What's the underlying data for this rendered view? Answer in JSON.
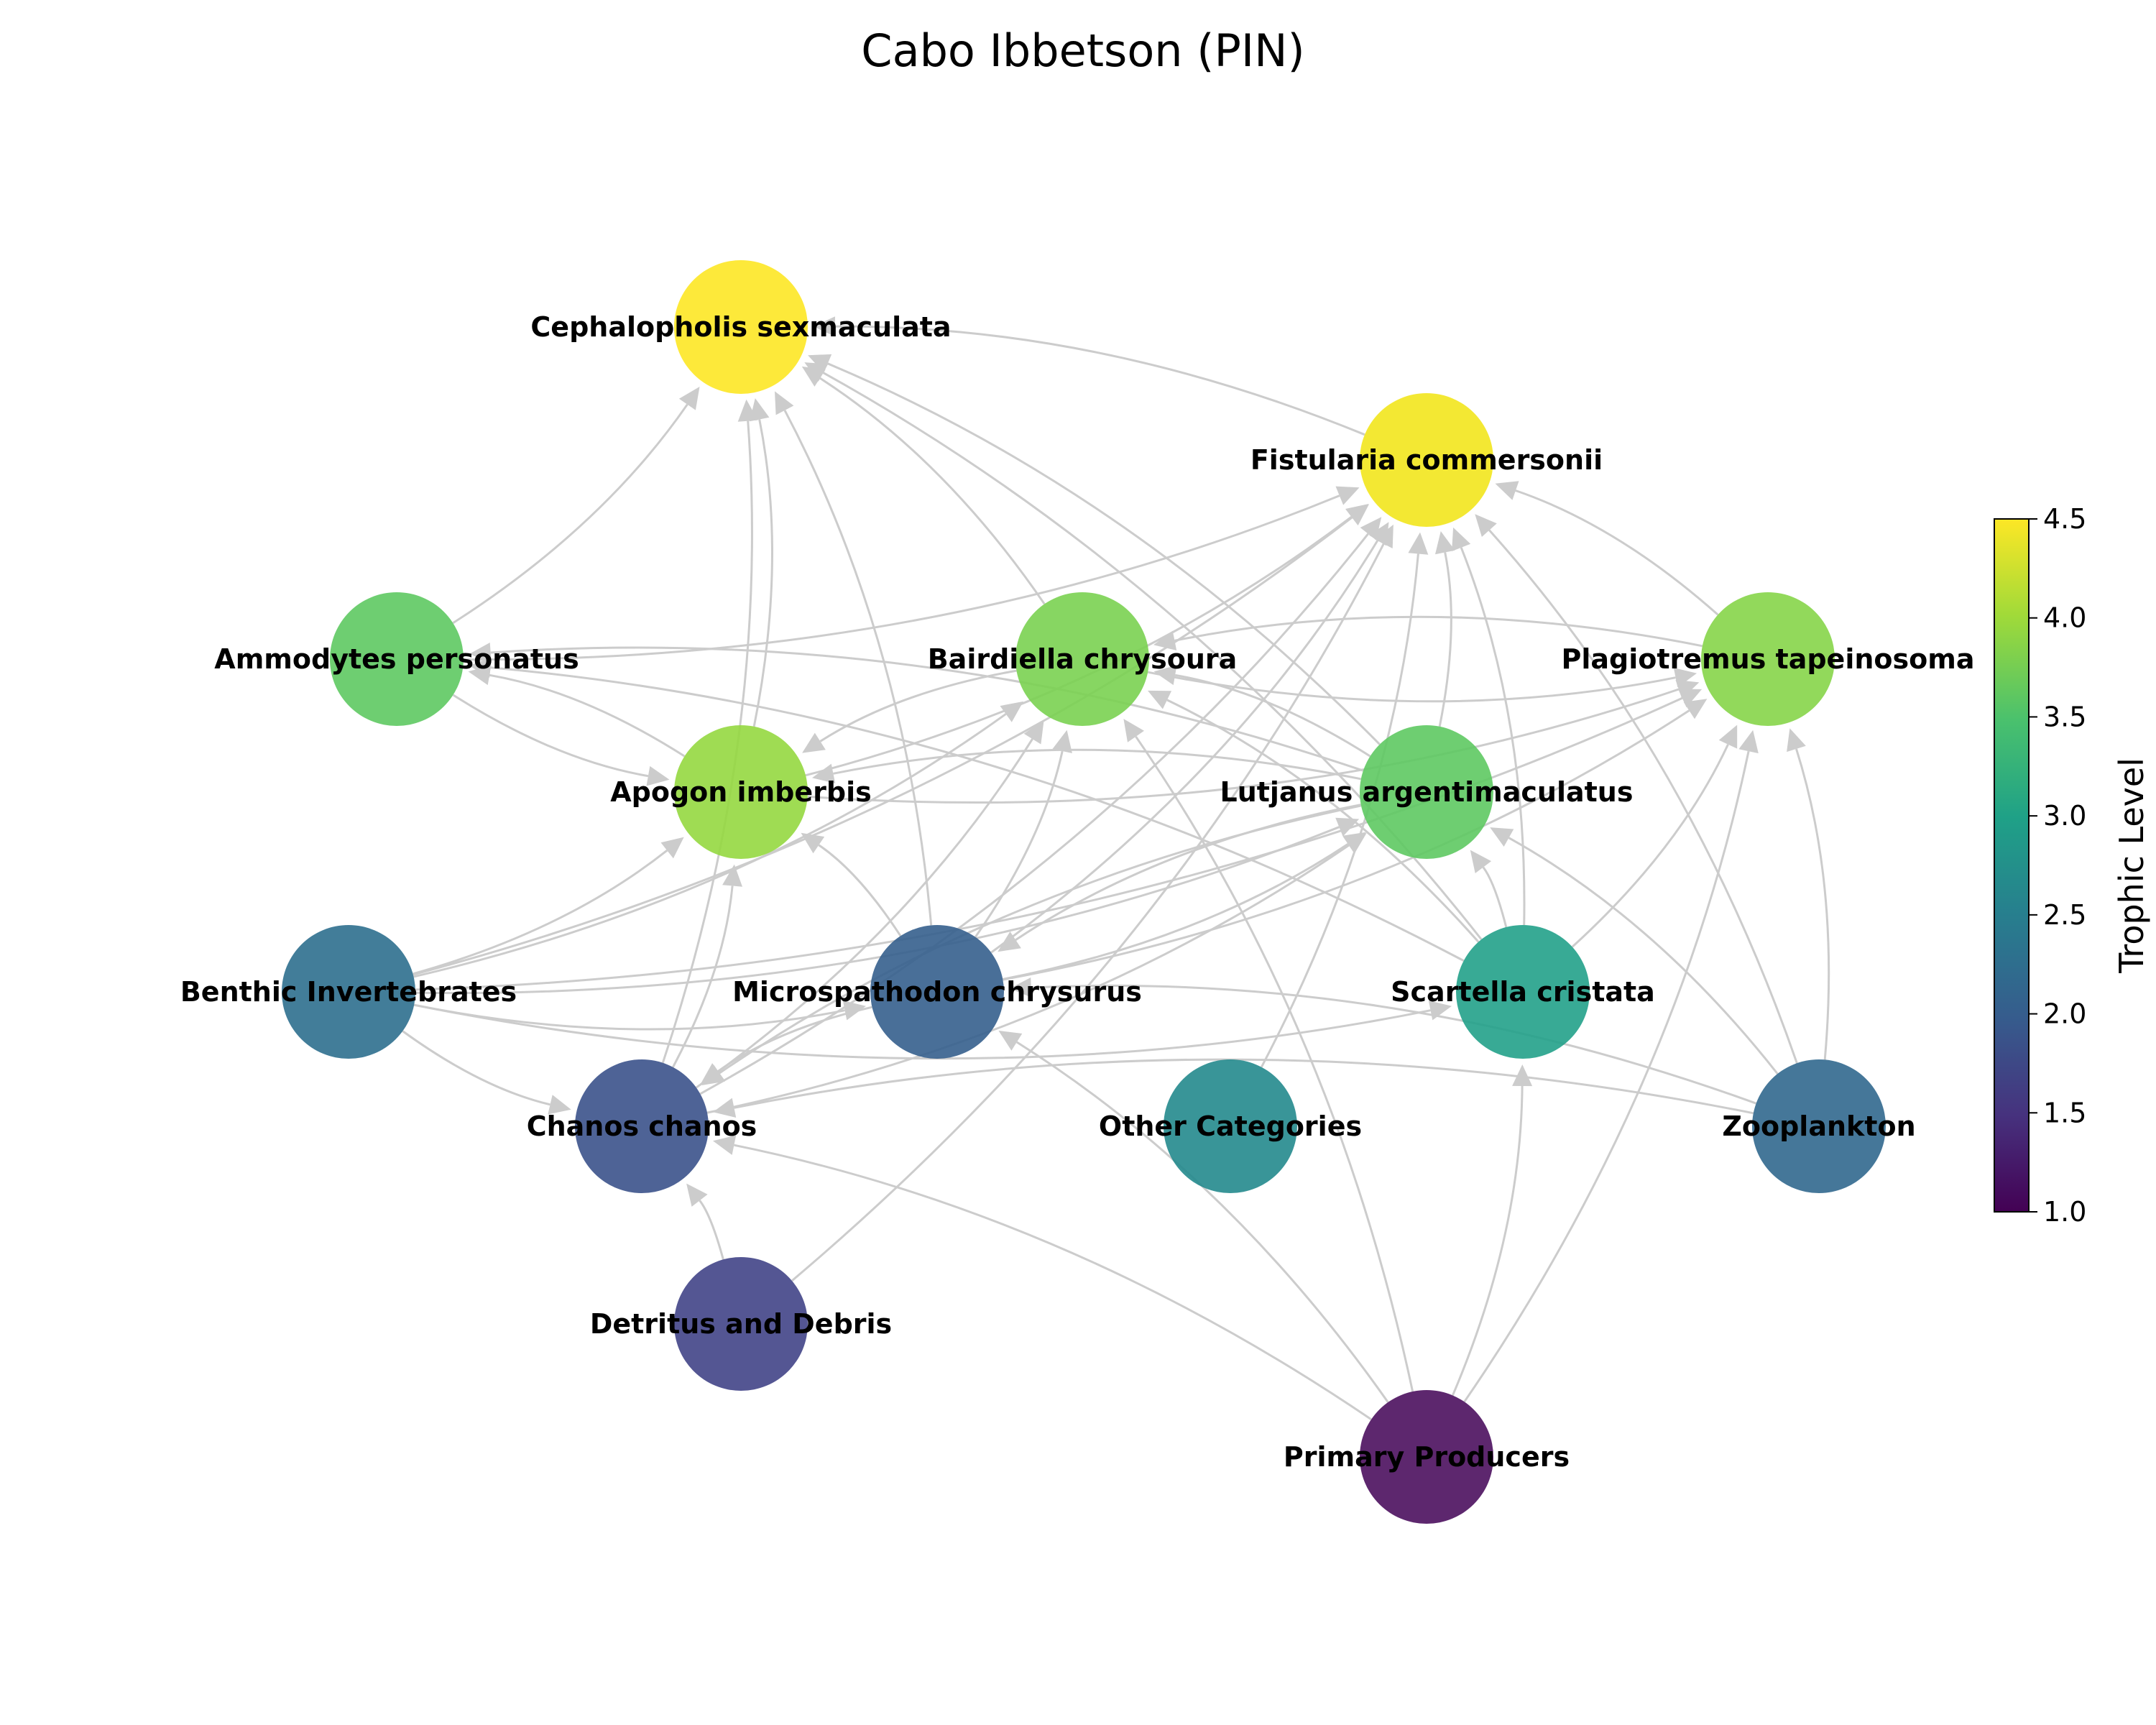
{
  "title": "Cabo Ibbetson (PIN)",
  "colorbar": {
    "label": "Trophic Level",
    "min": 1.0,
    "max": 4.5,
    "ticks": [
      "1.0",
      "1.5",
      "2.0",
      "2.5",
      "3.0",
      "3.5",
      "4.0",
      "4.5"
    ],
    "colormap": "viridis"
  },
  "style": {
    "edge_color": "#cccccc",
    "label_color": "#000000",
    "background": "#ffffff"
  },
  "nodes": [
    {
      "id": "cephalopholis",
      "label": "Cephalopholis sexmaculata",
      "trophic_level": 4.5,
      "color": "#fde725"
    },
    {
      "id": "fistularia",
      "label": "Fistularia commersonii",
      "trophic_level": 4.5,
      "color": "#f2e51d"
    },
    {
      "id": "ammodytes",
      "label": "Ammodytes personatus",
      "trophic_level": 3.7,
      "color": "#5ec962"
    },
    {
      "id": "bairdiella",
      "label": "Bairdiella chrysoura",
      "trophic_level": 3.85,
      "color": "#7ad151"
    },
    {
      "id": "plagiotremus",
      "label": "Plagiotremus tapeinosoma",
      "trophic_level": 3.9,
      "color": "#86d549"
    },
    {
      "id": "apogon",
      "label": "Apogon imberbis",
      "trophic_level": 4.0,
      "color": "#95d840"
    },
    {
      "id": "lutjanus",
      "label": "Lutjanus argentimaculatus",
      "trophic_level": 3.7,
      "color": "#5ec962"
    },
    {
      "id": "benthic",
      "label": "Benthic Invertebrates",
      "trophic_level": 2.5,
      "color": "#2e6f8e"
    },
    {
      "id": "microspathodon",
      "label": "Microspathodon chrysurus",
      "trophic_level": 2.2,
      "color": "#355f8d"
    },
    {
      "id": "scartella",
      "label": "Scartella cristata",
      "trophic_level": 3.0,
      "color": "#22a189"
    },
    {
      "id": "chanos",
      "label": "Chanos chanos",
      "trophic_level": 2.0,
      "color": "#3b528b"
    },
    {
      "id": "other",
      "label": "Other Categories",
      "trophic_level": 2.8,
      "color": "#238a8d"
    },
    {
      "id": "zooplankton",
      "label": "Zooplankton",
      "trophic_level": 2.5,
      "color": "#31688e"
    },
    {
      "id": "detritus",
      "label": "Detritus and Debris",
      "trophic_level": 1.8,
      "color": "#414487"
    },
    {
      "id": "primary",
      "label": "Primary Producers",
      "trophic_level": 1.0,
      "color": "#4b0f5e"
    }
  ],
  "edges": [
    [
      "ammodytes",
      "cephalopholis"
    ],
    [
      "apogon",
      "cephalopholis"
    ],
    [
      "chanos",
      "cephalopholis"
    ],
    [
      "microspathodon",
      "cephalopholis"
    ],
    [
      "bairdiella",
      "cephalopholis"
    ],
    [
      "lutjanus",
      "cephalopholis"
    ],
    [
      "scartella",
      "cephalopholis"
    ],
    [
      "fistularia",
      "cephalopholis"
    ],
    [
      "ammodytes",
      "fistularia"
    ],
    [
      "apogon",
      "fistularia"
    ],
    [
      "benthic",
      "fistularia"
    ],
    [
      "chanos",
      "fistularia"
    ],
    [
      "microspathodon",
      "fistularia"
    ],
    [
      "detritus",
      "fistularia"
    ],
    [
      "other",
      "fistularia"
    ],
    [
      "lutjanus",
      "fistularia"
    ],
    [
      "scartella",
      "fistularia"
    ],
    [
      "zooplankton",
      "fistularia"
    ],
    [
      "plagiotremus",
      "fistularia"
    ],
    [
      "benthic",
      "bairdiella"
    ],
    [
      "chanos",
      "bairdiella"
    ],
    [
      "microspathodon",
      "bairdiella"
    ],
    [
      "lutjanus",
      "bairdiella"
    ],
    [
      "scartella",
      "bairdiella"
    ],
    [
      "primary",
      "bairdiella"
    ],
    [
      "plagiotremus",
      "bairdiella"
    ],
    [
      "apogon",
      "plagiotremus"
    ],
    [
      "bairdiella",
      "plagiotremus"
    ],
    [
      "benthic",
      "plagiotremus"
    ],
    [
      "microspathodon",
      "plagiotremus"
    ],
    [
      "scartella",
      "plagiotremus"
    ],
    [
      "zooplankton",
      "plagiotremus"
    ],
    [
      "primary",
      "plagiotremus"
    ],
    [
      "benthic",
      "apogon"
    ],
    [
      "chanos",
      "apogon"
    ],
    [
      "microspathodon",
      "apogon"
    ],
    [
      "ammodytes",
      "apogon"
    ],
    [
      "bairdiella",
      "apogon"
    ],
    [
      "lutjanus",
      "apogon"
    ],
    [
      "apogon",
      "ammodytes"
    ],
    [
      "lutjanus",
      "ammodytes"
    ],
    [
      "scartella",
      "ammodytes"
    ],
    [
      "benthic",
      "lutjanus"
    ],
    [
      "chanos",
      "lutjanus"
    ],
    [
      "microspathodon",
      "lutjanus"
    ],
    [
      "scartella",
      "lutjanus"
    ],
    [
      "zooplankton",
      "lutjanus"
    ],
    [
      "benthic",
      "chanos"
    ],
    [
      "detritus",
      "chanos"
    ],
    [
      "primary",
      "chanos"
    ],
    [
      "zooplankton",
      "chanos"
    ],
    [
      "microspathodon",
      "chanos"
    ],
    [
      "lutjanus",
      "chanos"
    ],
    [
      "benthic",
      "microspathodon"
    ],
    [
      "primary",
      "microspathodon"
    ],
    [
      "lutjanus",
      "microspathodon"
    ],
    [
      "primary",
      "scartella"
    ],
    [
      "benthic",
      "scartella"
    ],
    [
      "zooplankton",
      "microspathodon"
    ]
  ]
}
